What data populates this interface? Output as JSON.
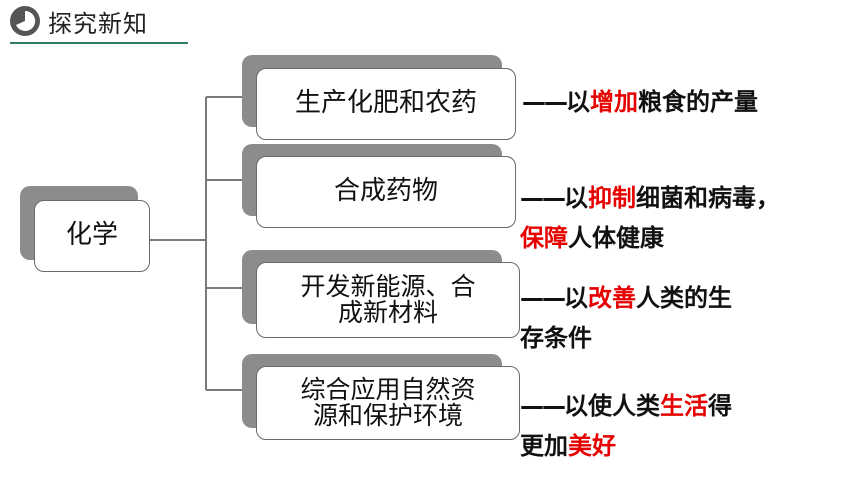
{
  "header": {
    "title": "探究新知"
  },
  "center": {
    "label": "化学"
  },
  "items": [
    {
      "label": "生产化肥和农药"
    },
    {
      "label": "合成药物"
    },
    {
      "label_line1": "开发新能源、合",
      "label_line2": "成新材料"
    },
    {
      "label_line1": "综合应用自然资",
      "label_line2": "源和保护环境"
    }
  ],
  "notes": [
    {
      "dash": "——",
      "pre": "以",
      "red1": "增加",
      "post": "粮食的产量"
    },
    {
      "dash": "——",
      "pre": "以",
      "red1": "抑制",
      "post": "细菌和病毒，",
      "red2": "保障",
      "post2": "人体健康"
    },
    {
      "dash": "——",
      "pre": "以",
      "red1": "改善",
      "post": "人类的生",
      "post2": "存条件"
    },
    {
      "dash": "——",
      "pre": "以使人类",
      "red1": "生活",
      "post": "得",
      "pre2": "更加",
      "red2": "美好"
    }
  ],
  "colors": {
    "accent_red": "#e60000",
    "rule_green": "#2e7d5b",
    "shadow_gray": "#8c8c8c"
  }
}
